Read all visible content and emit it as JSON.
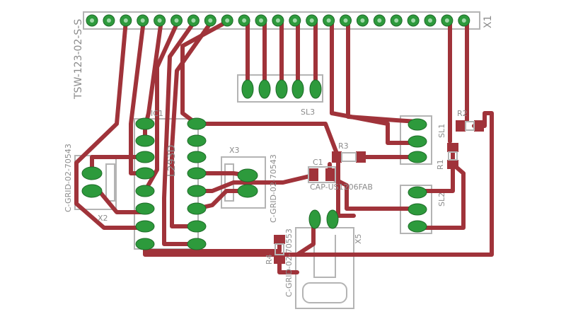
{
  "labels": {
    "header": "TSW-123-02-S-S",
    "header_id": "X1",
    "ic_name": "IC1",
    "ic_value": "L293D",
    "x2_value": "C-GRID-02-70543",
    "x2_name": "X2",
    "x3_value": "C-GRID-02-70543",
    "x3_name": "X3",
    "sl3": "SL3",
    "sl1": "SL1",
    "sl2": "SL2",
    "r1": "R1",
    "r2": "R2",
    "r3": "R3",
    "r4": "R4",
    "c1": "C1",
    "c1_value": "CAP-US1206FAB",
    "x5_name": "X5",
    "x5_value": "C-GRID-02-70553"
  },
  "colors": {
    "trace": "#a0333a",
    "pad": "#2d9a3c",
    "silk": "#b4b4b4",
    "background": "#ffffff"
  }
}
